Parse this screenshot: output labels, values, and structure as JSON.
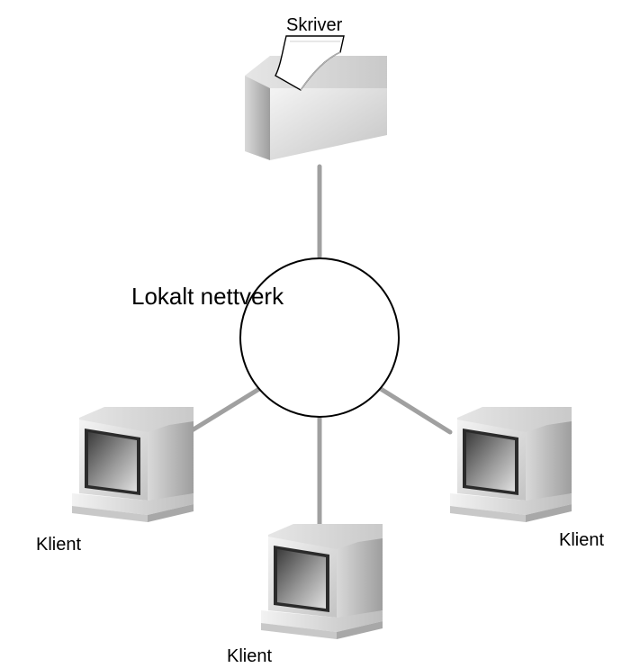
{
  "diagram": {
    "network_label": "Lokalt nettverk",
    "printer_label": "Skriver",
    "clients": [
      {
        "label": "Klient"
      },
      {
        "label": "Klient"
      },
      {
        "label": "Klient"
      }
    ],
    "colors": {
      "connector": "#a0a0a0",
      "outline": "#000000",
      "device_light": "#ededed",
      "device_mid": "#cfcfcf",
      "device_dark": "#a9a9a9",
      "screen": "#5a5a5a"
    }
  }
}
